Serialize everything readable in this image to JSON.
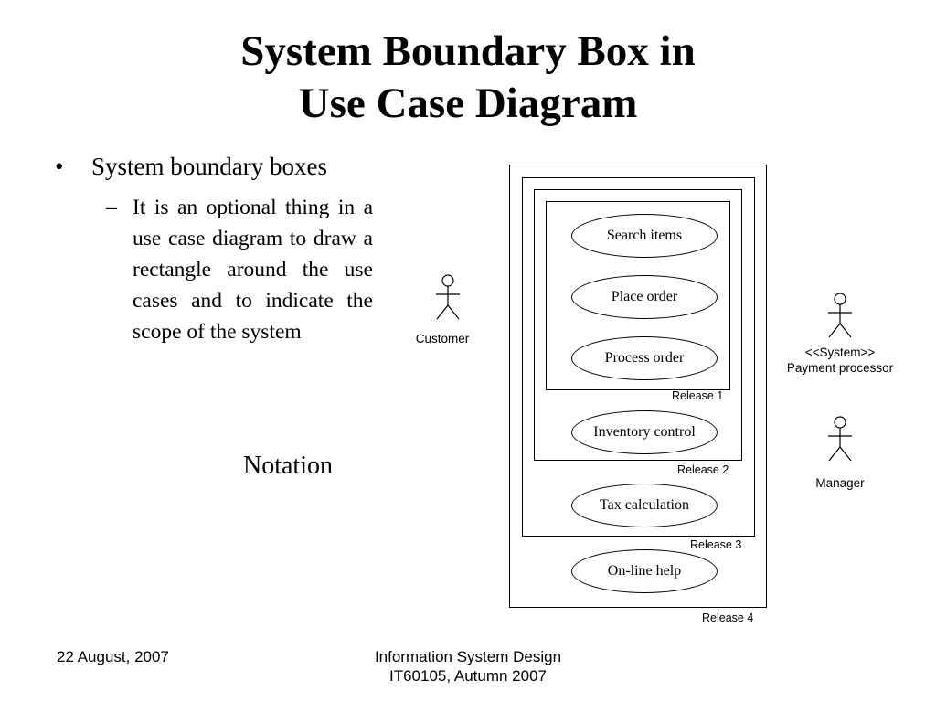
{
  "title": {
    "line1": "System Boundary Box in",
    "line2": "Use Case Diagram"
  },
  "bullets": {
    "main_marker": "•",
    "main": "System boundary boxes",
    "sub_marker": "–",
    "sub": "It is an optional thing in a use case diagram to draw a rectangle around the use cases and to indicate the scope of the system"
  },
  "notation": "Notation",
  "diagram": {
    "use_cases": [
      "Search items",
      "Place order",
      "Process order",
      "Inventory control",
      "Tax calculation",
      "On-line help"
    ],
    "releases": [
      "Release 1",
      "Release 2",
      "Release 3",
      "Release 4"
    ],
    "actors": {
      "customer": "Customer",
      "payment_stereotype": "<<System>>",
      "payment": "Payment processor",
      "manager": "Manager"
    }
  },
  "footer": {
    "date": "22 August, 2007",
    "course_line1": "Information System Design",
    "course_line2": "IT60105, Autumn 2007"
  }
}
